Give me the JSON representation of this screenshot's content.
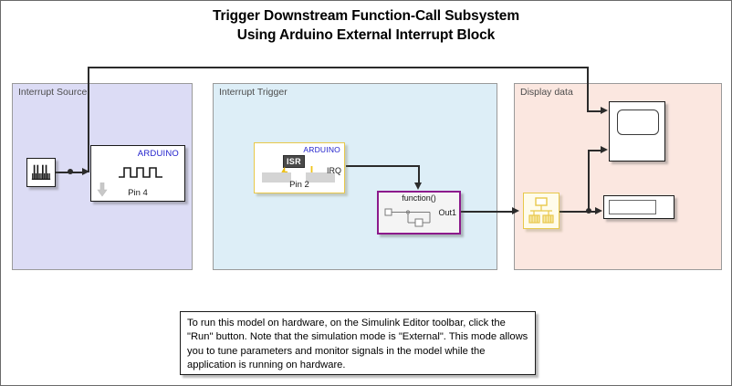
{
  "title": {
    "line1": "Trigger Downstream Function-Call Subsystem",
    "line2": "Using Arduino External Interrupt Block"
  },
  "regions": {
    "source": {
      "label": "Interrupt Source",
      "color": "#dcdcf5"
    },
    "trigger": {
      "label": "Interrupt Trigger",
      "color": "#ddeef7"
    },
    "display": {
      "label": "Display data",
      "color": "#fbe7e0"
    }
  },
  "blocks": {
    "pulse_generator": {
      "name": "pulse-generator-block",
      "icon": "pulse-generator-icon"
    },
    "digital_output": {
      "vendor": "ARDUINO",
      "pin": "Pin 4",
      "icon": "square-wave-icon",
      "down_arrow_icon": "download-arrow-icon"
    },
    "external_interrupt": {
      "vendor": "ARDUINO",
      "badge": "ISR",
      "pin": "Pin 2",
      "port_out": "IRQ",
      "bolt_icon": "lightning-bolt-icon",
      "arrow_icon": "down-arrow-icon",
      "border_color": "#e8c84a"
    },
    "function_call_subsystem": {
      "label": "function()",
      "port_out": "Out1",
      "border_color": "#8c1a8c"
    },
    "hardware_block": {
      "name": "hardware-io-block",
      "border_color": "#e8c84a"
    },
    "scope": {
      "name": "scope-block",
      "inputs": 2
    },
    "display_block": {
      "name": "display-block"
    }
  },
  "note": {
    "text": "To run this model on hardware, on the Simulink Editor toolbar, click the \"Run\" button. Note that the simulation mode is \"External\". This mode allows you to tune parameters and monitor signals in the model while the application is running on hardware."
  }
}
